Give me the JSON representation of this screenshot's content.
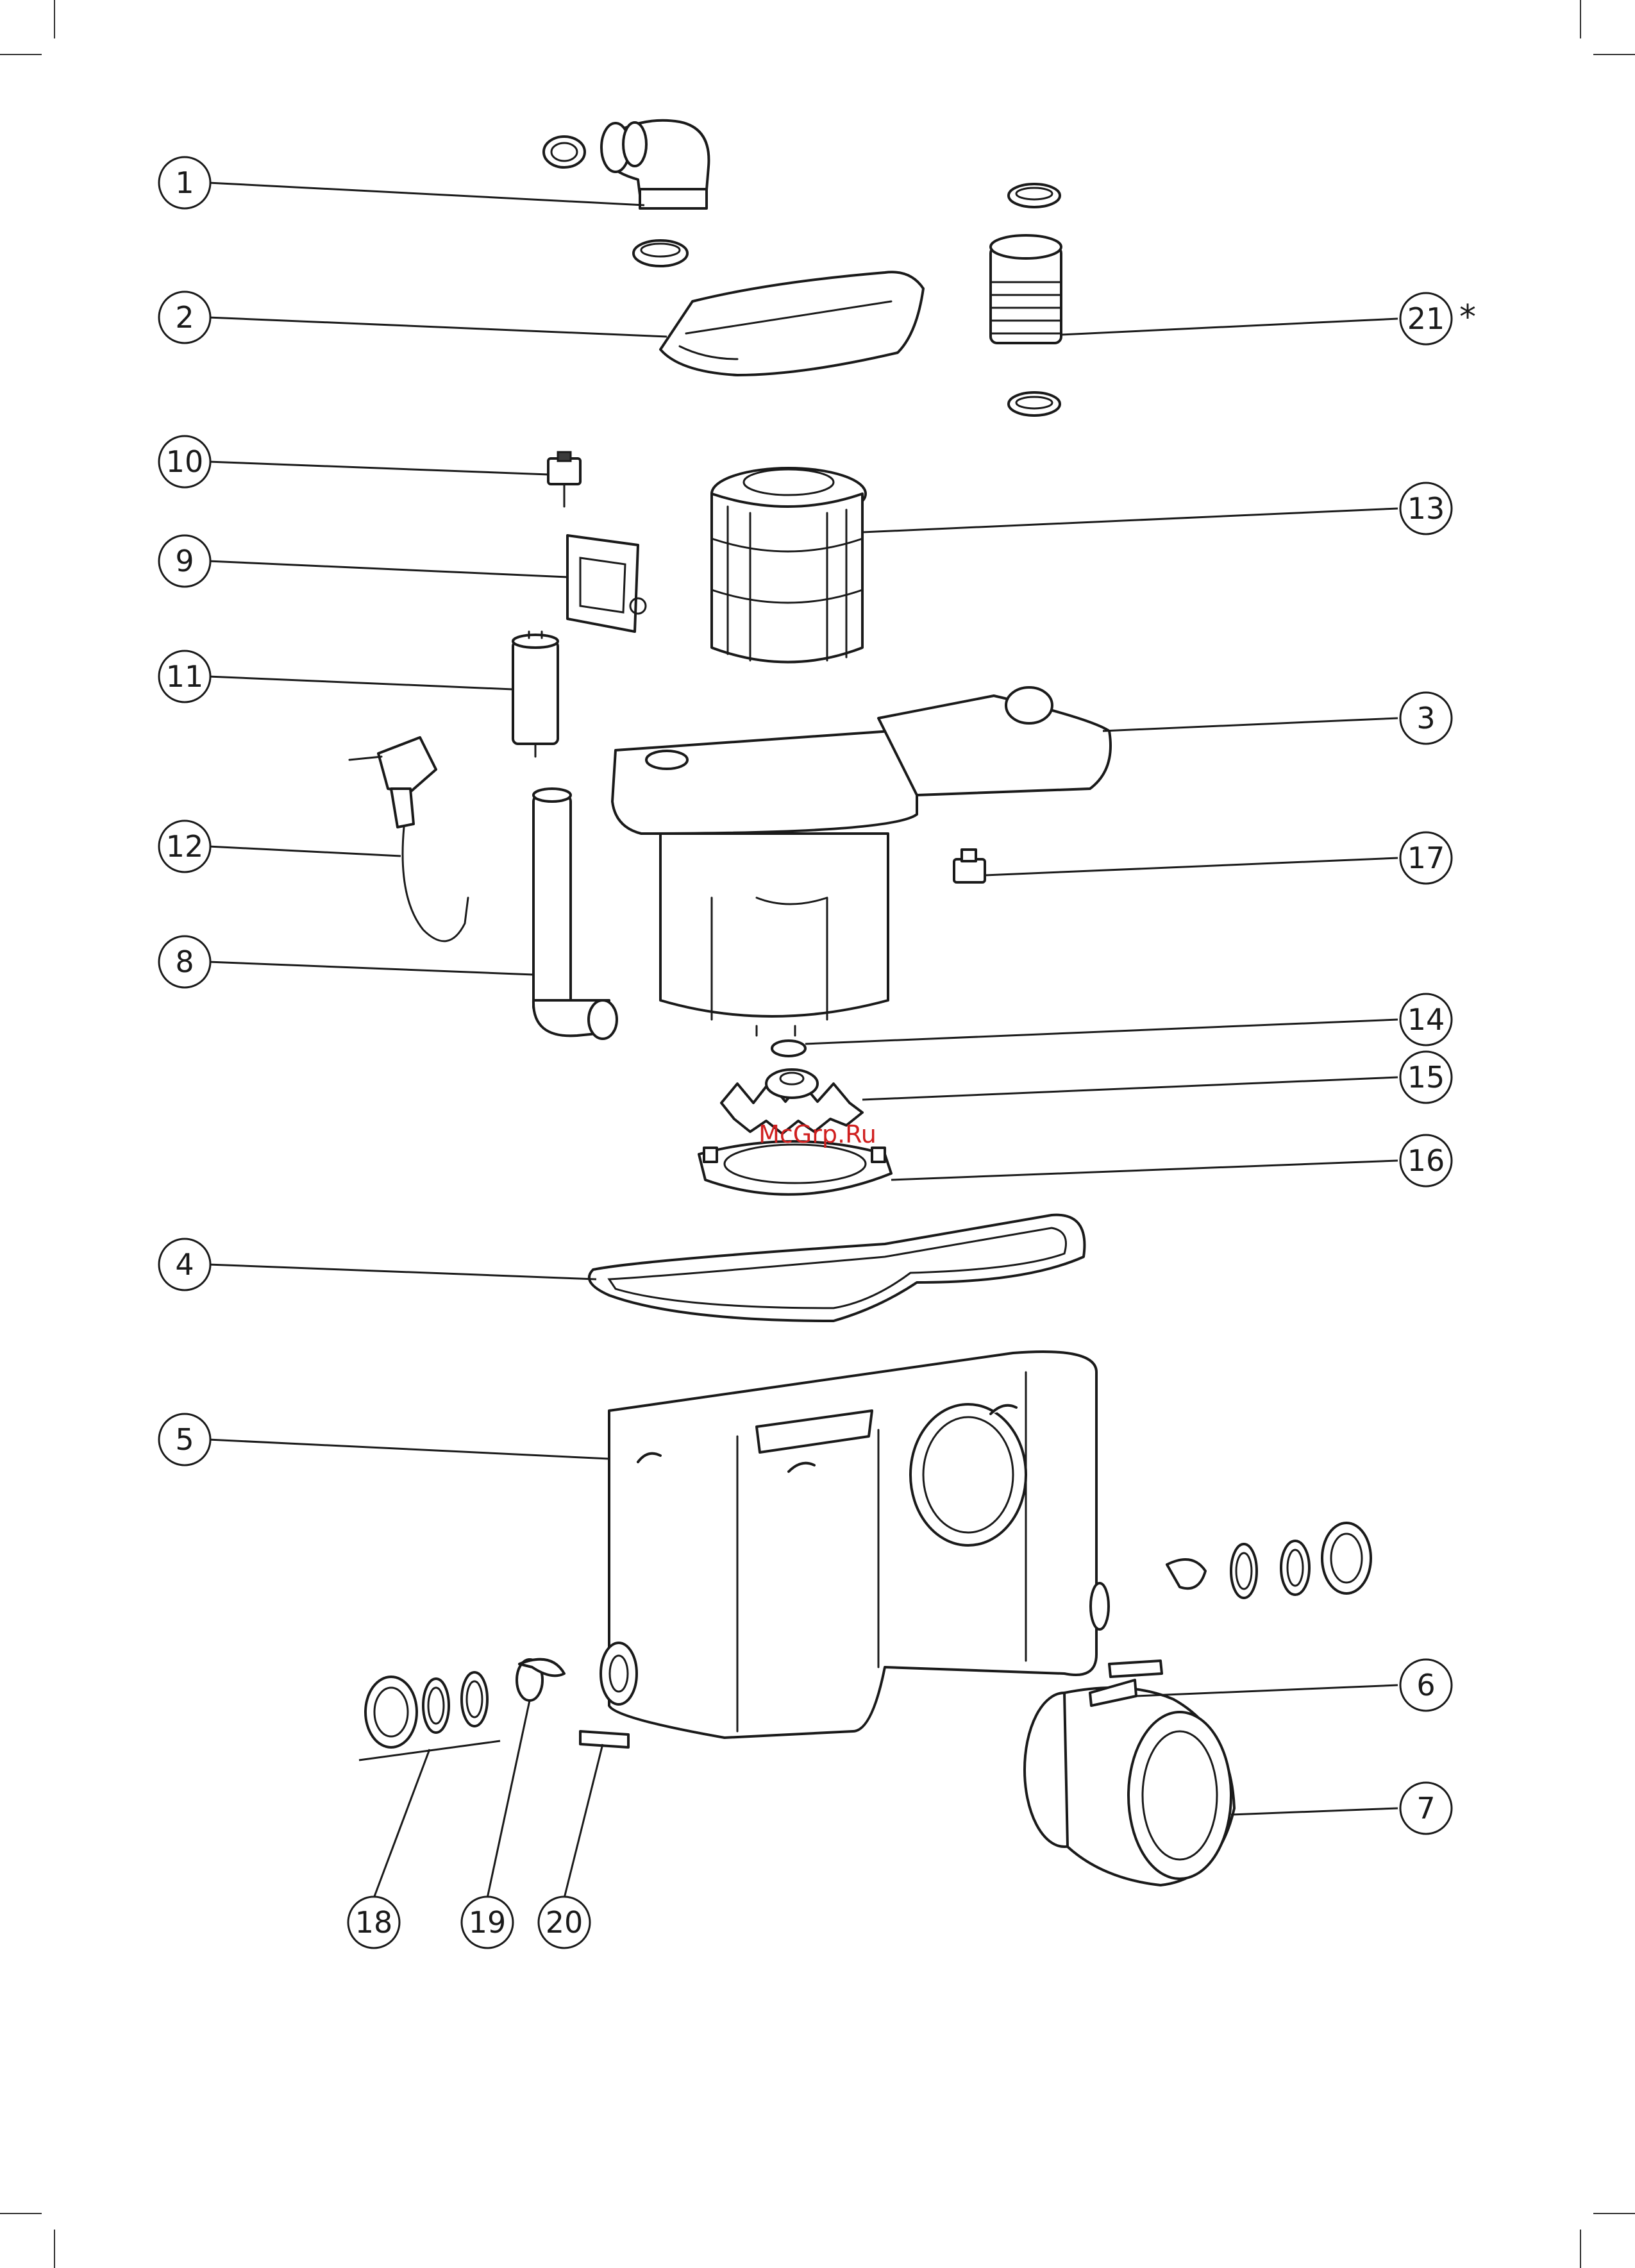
{
  "watermark": "McGrp.Ru",
  "asterisk": "*",
  "callouts": [
    {
      "id": "1",
      "label": "1"
    },
    {
      "id": "2",
      "label": "2"
    },
    {
      "id": "3",
      "label": "3"
    },
    {
      "id": "4",
      "label": "4"
    },
    {
      "id": "5",
      "label": "5"
    },
    {
      "id": "6",
      "label": "6"
    },
    {
      "id": "7",
      "label": "7"
    },
    {
      "id": "8",
      "label": "8"
    },
    {
      "id": "9",
      "label": "9"
    },
    {
      "id": "10",
      "label": "10"
    },
    {
      "id": "11",
      "label": "11"
    },
    {
      "id": "12",
      "label": "12"
    },
    {
      "id": "13",
      "label": "13"
    },
    {
      "id": "14",
      "label": "14"
    },
    {
      "id": "15",
      "label": "15"
    },
    {
      "id": "16",
      "label": "16"
    },
    {
      "id": "17",
      "label": "17"
    },
    {
      "id": "18",
      "label": "18"
    },
    {
      "id": "19",
      "label": "19"
    },
    {
      "id": "20",
      "label": "20"
    },
    {
      "id": "21",
      "label": "21"
    }
  ]
}
